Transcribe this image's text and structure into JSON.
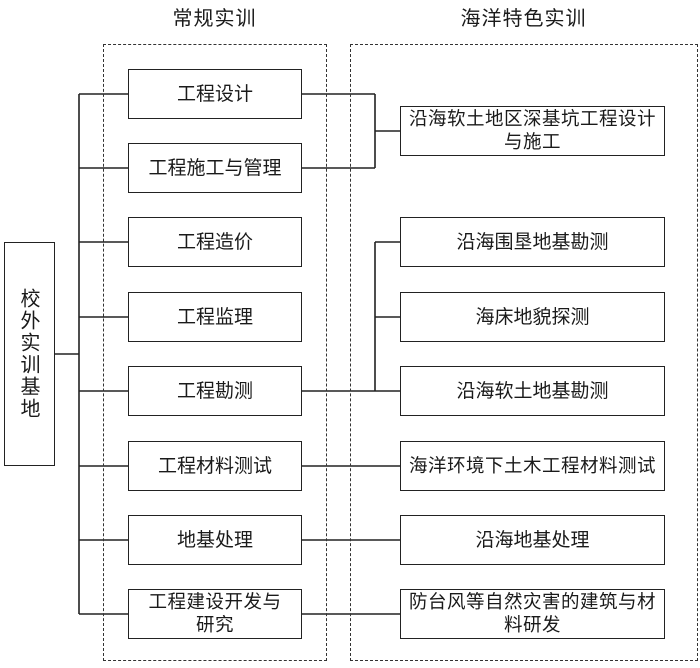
{
  "headers": {
    "regular": "常规实训",
    "marine": "海洋特色实训"
  },
  "root": {
    "label": "校外实训基地"
  },
  "regular_items": [
    {
      "label": "工程设计"
    },
    {
      "label": "工程施工与管理"
    },
    {
      "label": "工程造价"
    },
    {
      "label": "工程监理"
    },
    {
      "label": "工程勘测"
    },
    {
      "label": "工程材料测试"
    },
    {
      "label": "地基处理"
    },
    {
      "label": "工程建设开发与研究"
    }
  ],
  "marine_items": [
    {
      "label": "沿海软土地区深基坑工程设计与施工",
      "linked_from": [
        "工程设计",
        "工程施工与管理"
      ]
    },
    {
      "label": "沿海围垦地基勘测",
      "linked_from": [
        "工程勘测"
      ]
    },
    {
      "label": "海床地貌探测",
      "linked_from": [
        "工程勘测"
      ]
    },
    {
      "label": "沿海软土地基勘测",
      "linked_from": [
        "工程勘测"
      ]
    },
    {
      "label": "海洋环境下土木工程材料测试",
      "linked_from": [
        "工程材料测试"
      ]
    },
    {
      "label": "沿海地基处理",
      "linked_from": [
        "地基处理"
      ]
    },
    {
      "label": "防台风等自然灾害的建筑与材料研发",
      "linked_from": [
        "工程建设开发与研究"
      ]
    }
  ]
}
